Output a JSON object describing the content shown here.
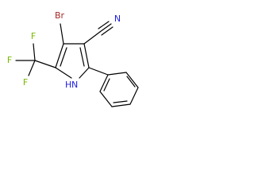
{
  "molecule": {
    "atoms": {
      "bromine": "Br",
      "nitrile_nitrogen": "N",
      "fluorine_1": "F",
      "fluorine_2": "F",
      "fluorine_3": "F",
      "ring_nitrogen": "N",
      "ring_nh_hydrogen": "H"
    },
    "colors": {
      "bond": "#000000",
      "bromine": "#a52a2a",
      "fluorine": "#7ab800",
      "nitrogen": "#2020e0"
    }
  }
}
